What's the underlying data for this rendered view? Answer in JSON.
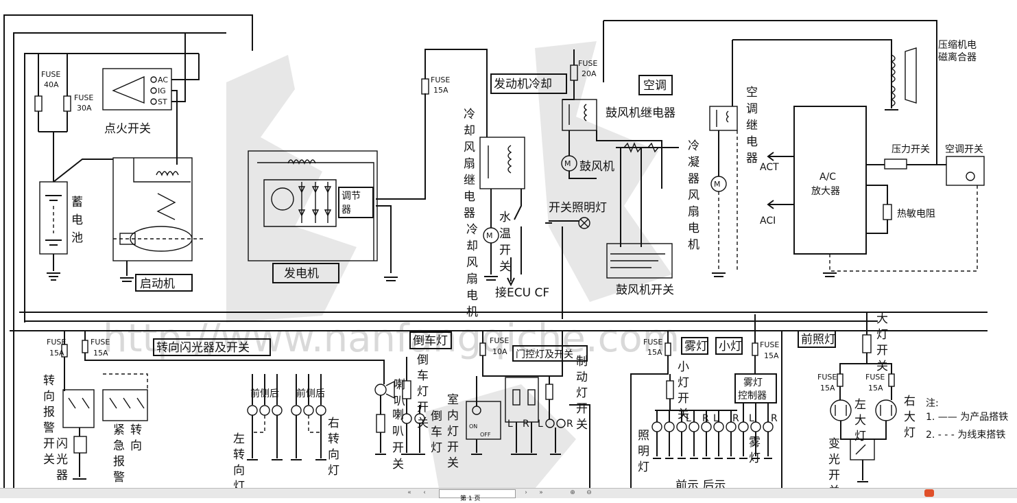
{
  "fuses": {
    "f40": [
      "FUSE",
      "40A"
    ],
    "f30": [
      "FUSE",
      "30A"
    ],
    "f15a": [
      "FUSE",
      "15A"
    ],
    "f20": [
      "FUSE",
      "20A"
    ],
    "f15b": [
      "FUSE",
      "15A"
    ],
    "f15c": [
      "FUSE",
      "15A"
    ],
    "f10": [
      "FUSE",
      "10A"
    ],
    "f15d": [
      "FUSE",
      "15A"
    ],
    "f15e": [
      "FUSE",
      "15A"
    ],
    "f15f": [
      "FUSE",
      "15A"
    ],
    "f15g": [
      "FUSE",
      "15A"
    ]
  },
  "labels": {
    "ignition": "点火开关",
    "ign_pins": [
      "AC",
      "IG",
      "ST"
    ],
    "battery": [
      "蓄",
      "电",
      "池"
    ],
    "starter": "启动机",
    "alternator": "发电机",
    "regulator": [
      "调节",
      "器"
    ],
    "engine_cooling": "发动机冷却",
    "cooling_relay": [
      "冷",
      "却",
      "风",
      "扇",
      "继",
      "电",
      "器"
    ],
    "cooling_motor": [
      "冷",
      "却",
      "风",
      "扇",
      "电",
      "机"
    ],
    "water_temp_switch": [
      "水",
      "温",
      "开",
      "关"
    ],
    "ecu": "接ECU CF",
    "ac_title": "空调",
    "blower_relay": "鼓风机继电器",
    "blower": "鼓风机",
    "light_switch": "开关照明灯",
    "blower_switch": "鼓风机开关",
    "condenser_motor": [
      "冷",
      "凝",
      "器",
      "风",
      "扇",
      "电",
      "机"
    ],
    "ac_relay": [
      "空",
      "调",
      "继",
      "电",
      "器"
    ],
    "compressor_clutch": [
      "压缩机电",
      "磁离合器"
    ],
    "act": "ACT",
    "aci": "ACI",
    "ac_amp": [
      "A/C",
      "放大器"
    ],
    "pressure_switch": "压力开关",
    "ac_switch": "空调开关",
    "thermistor": "热敏电阻",
    "turn_flasher": "转向闪光器及开关",
    "hazard_switch": [
      "转",
      "向",
      "报",
      "警",
      "开",
      "关"
    ],
    "flasher": [
      "闪",
      "光",
      "器"
    ],
    "emergency": [
      "紧",
      "急",
      "报",
      "警"
    ],
    "turn": [
      "转",
      "向"
    ],
    "front_side_rear_1": "前侧后",
    "front_side_rear_2": "前侧后",
    "left_turn_lamp": [
      "左",
      "转",
      "向",
      "灯"
    ],
    "right_turn_lamp": [
      "右",
      "转",
      "向",
      "灯"
    ],
    "reverse_lamp_title": "倒车灯",
    "horn": [
      "喇",
      "叭"
    ],
    "horn_switch": [
      "喇",
      "叭",
      "开",
      "关"
    ],
    "reverse_switch": [
      "倒",
      "车",
      "灯",
      "开",
      "关"
    ],
    "reverse_lamp": [
      "倒",
      "车",
      "灯"
    ],
    "door_lamp": "门控灯及开关",
    "interior_lamp_switch": [
      "室",
      "内",
      "灯",
      "开",
      "关"
    ],
    "brake_switch": [
      "制",
      "动",
      "灯",
      "开",
      "关"
    ],
    "fog_title": "雾灯",
    "small_title": "小灯",
    "small_switch": [
      "小",
      "灯",
      "开",
      "关"
    ],
    "illum": [
      "照",
      "明",
      "灯"
    ],
    "fog_ctrl": [
      "雾灯",
      "控制器"
    ],
    "fog_lamp": [
      "雾",
      "灯"
    ],
    "front_rear": "前示 后示",
    "headlamp_title": "前照灯",
    "headlamp_switch": [
      "大",
      "灯",
      "开",
      "关"
    ],
    "left_head": [
      "左",
      "大",
      "灯"
    ],
    "right_head": [
      "右",
      "大",
      "灯"
    ],
    "dimmer": [
      "变",
      "光",
      "开",
      "关"
    ],
    "lr_letters": [
      "L",
      "R",
      "L",
      "R",
      "L",
      "R",
      "L",
      "R",
      "L",
      "R"
    ],
    "note_title": "注:",
    "note_1": "1. —— 为产品搭铁",
    "note_2": "2. - - - 为线束搭铁",
    "on_off": [
      "ON",
      "OFF"
    ],
    "watermark_url": "http://www.nanfangqiche.com"
  },
  "statusbar": {
    "page_text": "第 1 页"
  }
}
